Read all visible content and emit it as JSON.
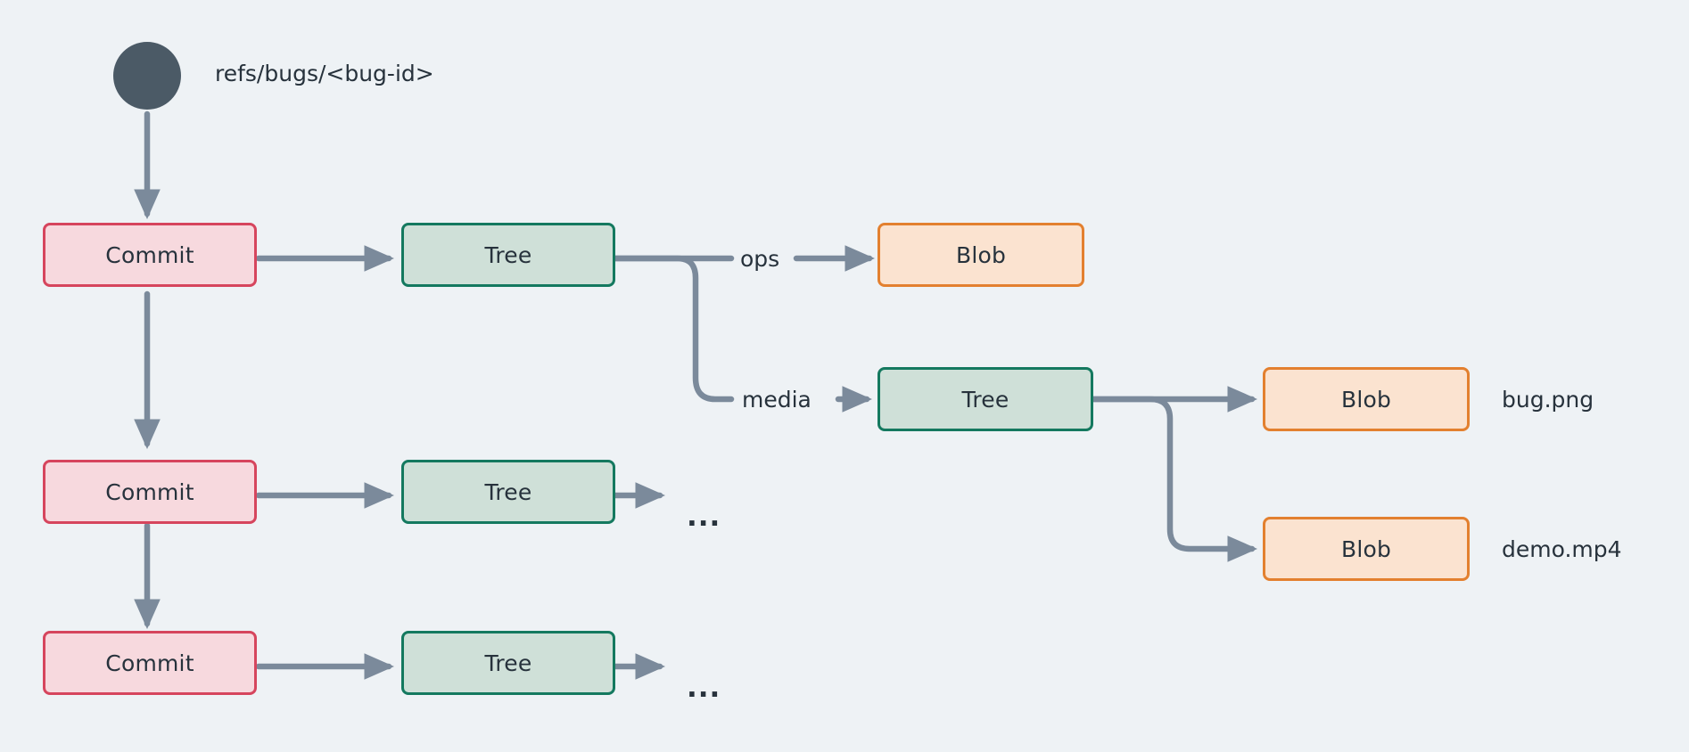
{
  "diagram": {
    "title": "git-object-model",
    "background": "#eef2f5",
    "edge_color": "#7b8a9b",
    "ref": {
      "dot_name": "ref-dot",
      "label": "refs/bugs/<bug-id>"
    },
    "palette": {
      "commit_fill": "#f7d9de",
      "commit_stroke": "#d6455d",
      "tree_fill": "#cfe0d8",
      "tree_stroke": "#14795f",
      "blob_fill": "#fbe3d0",
      "blob_stroke": "#e3802f",
      "text": "#27323c",
      "ref_dot": "#4b5a66"
    },
    "nodes": {
      "commit_1": "Commit",
      "commit_2": "Commit",
      "commit_3": "Commit",
      "tree_1": "Tree",
      "tree_2": "Tree",
      "tree_3": "Tree",
      "tree_media": "Tree",
      "blob_ops": "Blob",
      "blob_bug": "Blob",
      "blob_demo": "Blob"
    },
    "edge_labels": {
      "ops": "ops",
      "media": "media"
    },
    "file_labels": {
      "bug_png": "bug.png",
      "demo_mp4": "demo.mp4"
    },
    "ellipsis": {
      "row2": "...",
      "row3": "..."
    }
  }
}
